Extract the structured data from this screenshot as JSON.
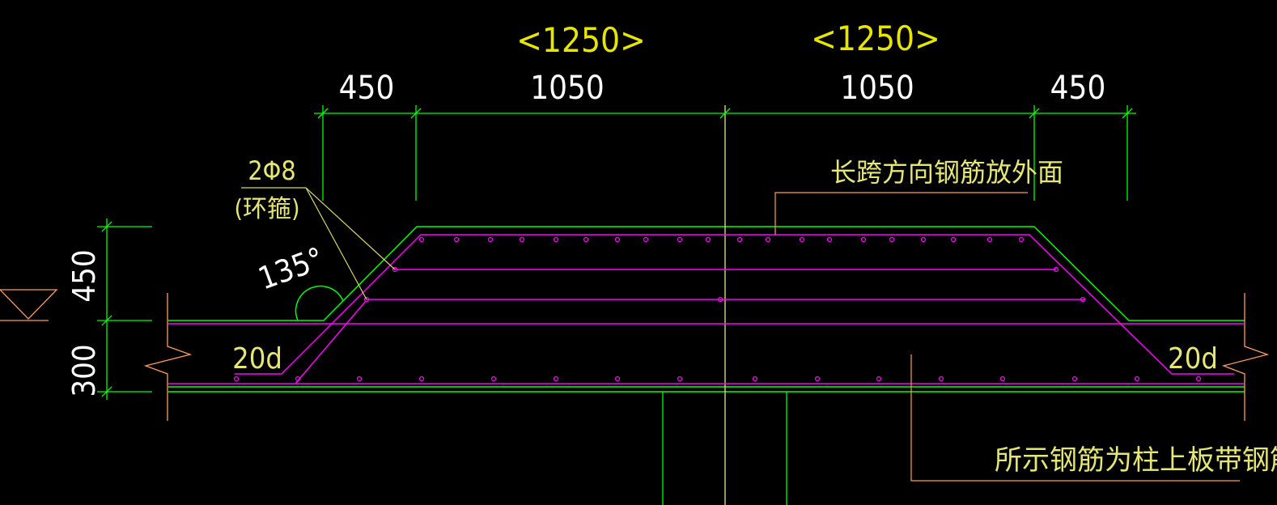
{
  "colors": {
    "dimension": "#00ff00",
    "rebar": "#ff00ff",
    "leader_yellow": "#d8d860",
    "leader_orange": "#ff9a55",
    "text_white": "#ffffff",
    "text_yellow": "#e6e673",
    "bracket_text": "#e6e600",
    "axis": "#e6e673"
  },
  "dimensions": {
    "top_left_group": "<1250>",
    "top_right_group": "<1250>",
    "seg_left_450": "450",
    "seg_left_1050": "1050",
    "seg_right_1050": "1050",
    "seg_right_450": "450",
    "vertical_450": "450",
    "vertical_300": "300"
  },
  "annotations": {
    "stirrup_spec": "2Φ8",
    "stirrup_note": "(环箍)",
    "angle": "135°",
    "anchor_left": "20d",
    "anchor_right": "20d",
    "long_span_note": "长跨方向钢筋放外面",
    "column_strip_note": "所示钢筋为柱上板带钢筋"
  }
}
